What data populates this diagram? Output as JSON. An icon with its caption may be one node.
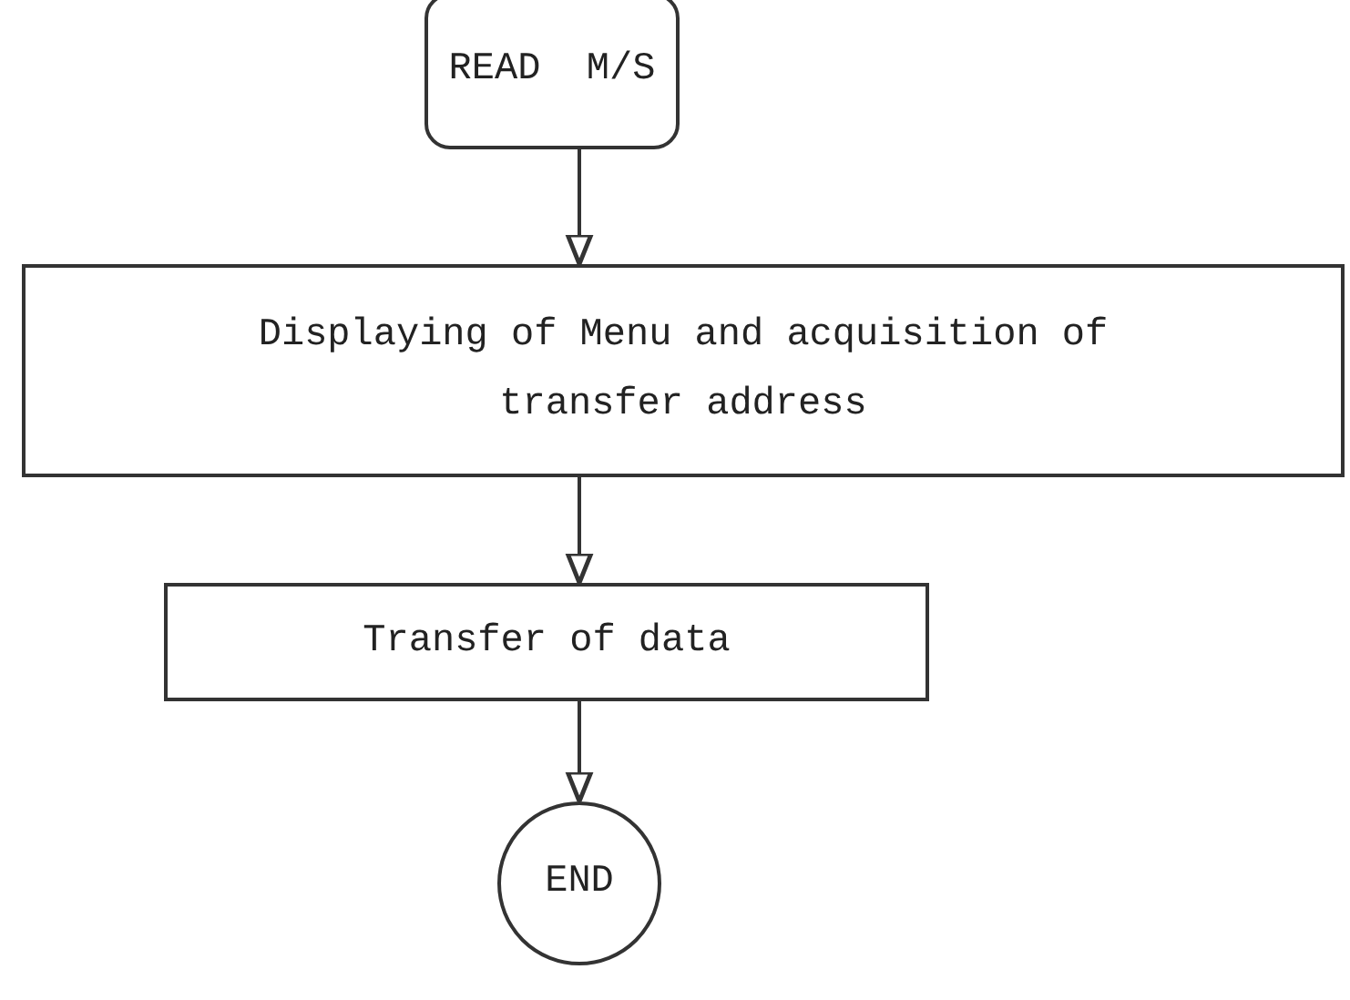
{
  "diagram": {
    "nodes": [
      {
        "text": [
          "READ  M/S"
        ]
      },
      {
        "text": [
          "Displaying of Menu and acquisition of transfer address"
        ]
      },
      {
        "text": [
          "Transfer of data"
        ]
      },
      {
        "text": [
          "END"
        ]
      }
    ],
    "edges": [
      {
        "from": 0,
        "to": 1,
        "arrow": "to"
      },
      {
        "from": 1,
        "to": 2,
        "arrow": "to"
      },
      {
        "from": 2,
        "to": 3,
        "arrow": "to"
      }
    ]
  }
}
